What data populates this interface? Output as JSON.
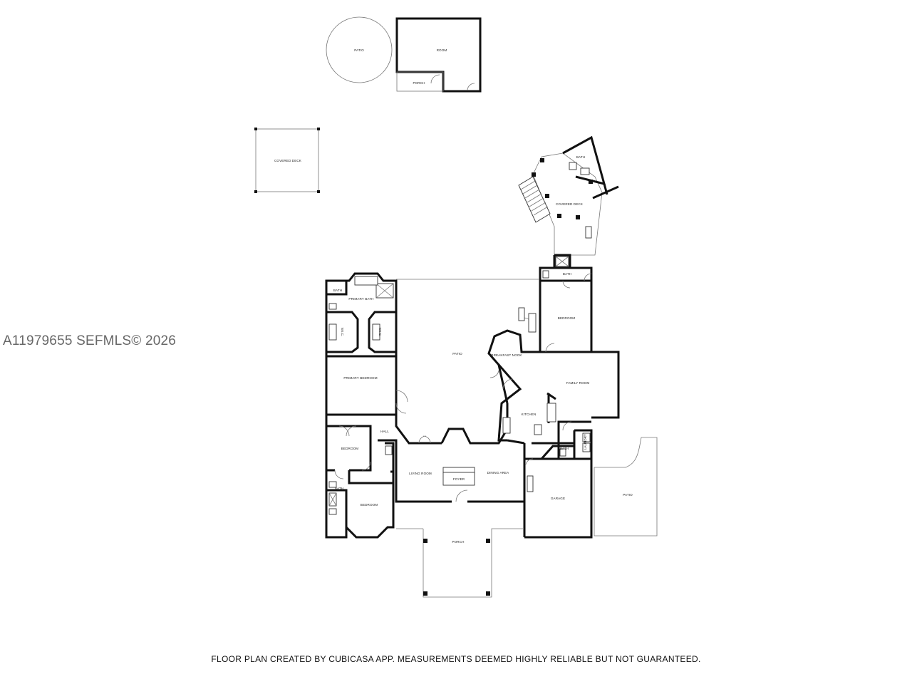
{
  "watermark": "A11979655  SEFMLS© 2026",
  "footer": "FLOOR PLAN CREATED BY CUBICASA APP. MEASUREMENTS DEEMED HIGHLY RELIABLE BUT NOT GUARANTEED.",
  "rooms": {
    "patio_round": "PATIO",
    "room_top": "ROOM",
    "porch_top": "PORCH",
    "covered_deck_left": "COVERED DECK",
    "bath_deck": "BATH",
    "covered_deck_right": "COVERED DECK",
    "bath_upper_right": "BATH",
    "bedroom_upper_right": "BEDROOM",
    "bath_primary_small": "BATH",
    "primary_bath": "PRIMARY BATH",
    "wic_left": "W.I.C.",
    "wic_right": "W.I.C.",
    "patio_center": "PATIO",
    "breakfast_nook": "BREAKFAST NOOK",
    "primary_bedroom": "PRIMARY BEDROOM",
    "family_room": "FAMILY ROOM",
    "kitchen": "KITCHEN",
    "hall": "HALL",
    "bedroom_left": "BEDROOM",
    "bath_garage": "BATH",
    "laundry": "LAUNDRY",
    "living_room": "LIVING ROOM",
    "foyer": "FOYER",
    "dining_area": "DINING AREA",
    "bath_lower_left": "BATH",
    "bedroom_lower_left": "BEDROOM",
    "garage": "GARAGE",
    "patio_right": "PATIO",
    "porch_front": "PORCH"
  }
}
